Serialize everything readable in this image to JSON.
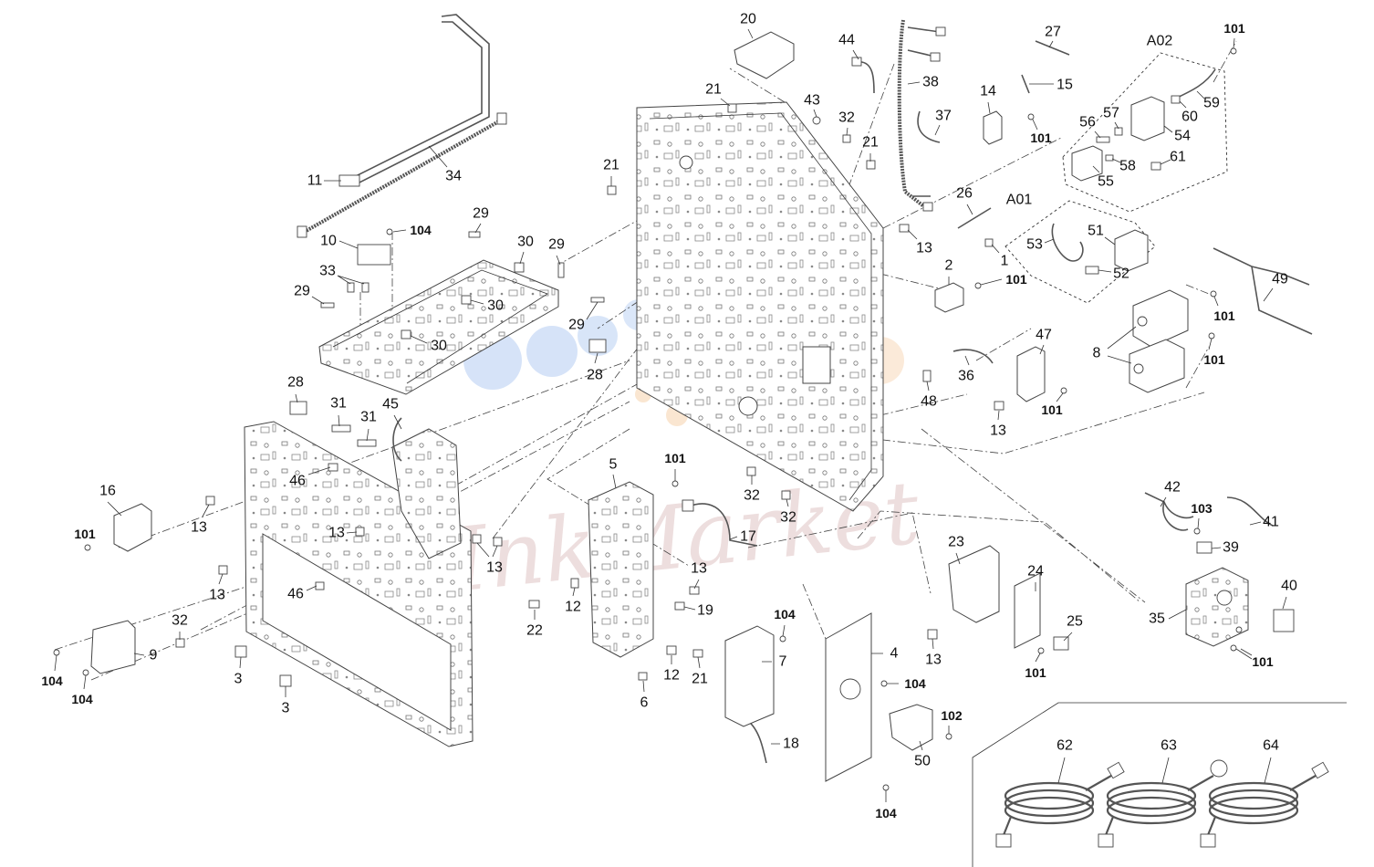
{
  "callouts": [
    "11",
    "34",
    "104",
    "10",
    "29",
    "30",
    "29",
    "33",
    "29",
    "30",
    "30",
    "29",
    "28",
    "28",
    "31",
    "31",
    "45",
    "46",
    "16",
    "101",
    "13",
    "13",
    "13",
    "13",
    "46",
    "32",
    "9",
    "104",
    "104",
    "3",
    "3",
    "20",
    "44",
    "21",
    "43",
    "32",
    "21",
    "21",
    "38",
    "37",
    "27",
    "14",
    "15",
    "101",
    "26",
    "13",
    "1",
    "2",
    "101",
    "47",
    "36",
    "48",
    "13",
    "101",
    "32",
    "32",
    "5",
    "101",
    "17",
    "13",
    "12",
    "22",
    "19",
    "104",
    "7",
    "12",
    "21",
    "6",
    "18",
    "23",
    "24",
    "25",
    "4",
    "13",
    "101",
    "104",
    "102",
    "50",
    "104",
    "101",
    "A02",
    "59",
    "60",
    "57",
    "56",
    "54",
    "58",
    "61",
    "55",
    "A01",
    "51",
    "53",
    "52",
    "49",
    "101",
    "8",
    "101",
    "42",
    "103",
    "41",
    "39",
    "40",
    "35",
    "101",
    "62",
    "63",
    "64"
  ],
  "watermark": "InkMarket",
  "colors": {
    "line": "#444444",
    "watermark_blue": "#7fa8e8",
    "watermark_orange": "#f5c89a",
    "watermark_text": "#c99a9a"
  }
}
